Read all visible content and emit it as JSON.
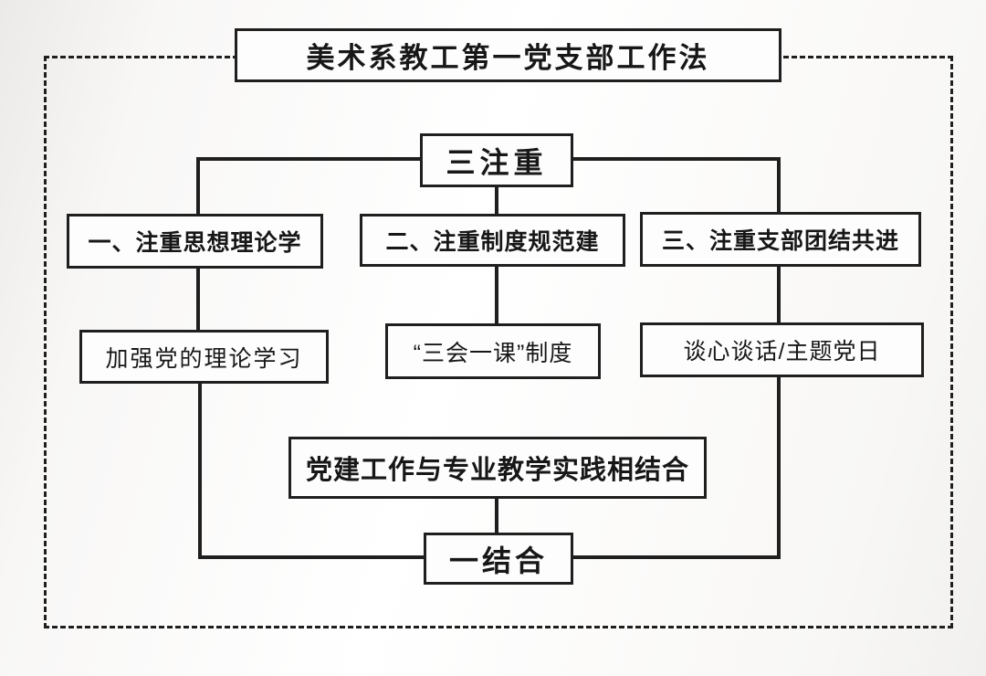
{
  "diagram": {
    "title": "美术系教工第一党支部工作法",
    "top_node": {
      "label": "三注重"
    },
    "branches": [
      {
        "heading": "一、注重思想理论学",
        "detail": "加强党的理论学习"
      },
      {
        "heading": "二、注重制度规范建",
        "detail": "“三会一课”制度"
      },
      {
        "heading": "三、注重支部团结共进",
        "detail": "谈心谈话/主题党日"
      }
    ],
    "integration": {
      "label": "党建工作与专业教学实践相结合"
    },
    "bottom_node": {
      "label": "一结合"
    },
    "colors": {
      "line": "#1f1f1f",
      "box_border": "#1f1f1f",
      "box_fill": "#fdfdfd",
      "background": "#f7f6f4"
    }
  }
}
